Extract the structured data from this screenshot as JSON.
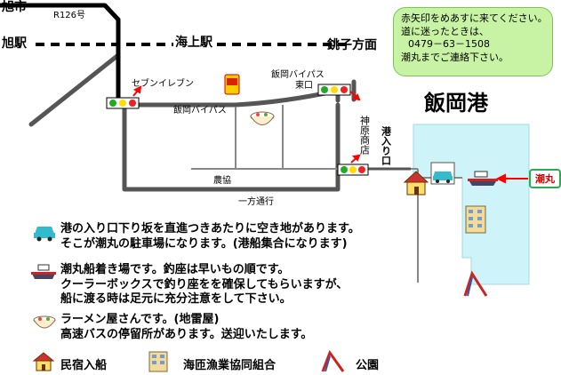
{
  "map": {
    "labels": {
      "asahi_city": "旭市",
      "route": "R126号",
      "asahi_station": "旭駅",
      "unakami_station": "海上駅",
      "choshi": "銚子方面",
      "seven_eleven": "セブンイレブン",
      "gs": "GS",
      "bypass_east_line1": "飯岡バイパス",
      "bypass_east_line2": "東口",
      "bypass": "飯岡バイパス",
      "kanbe_store": "神原商店",
      "port_entrance": "港入り口",
      "nokyo": "農協",
      "one_way": "一方通行",
      "port_title": "飯岡港"
    },
    "colors": {
      "road": "#555555",
      "route_highway": "#000000",
      "railway": "#000000",
      "harbor": "#cef3f8",
      "signal_green": "#22aa22",
      "signal_yellow": "#ffdd00",
      "signal_red": "#ee2222",
      "arrow": "#ff0000"
    }
  },
  "note": {
    "lines": [
      "赤矢印をめあすに来てください。",
      "道に迷ったときは、",
      "0479－63－1508",
      "潮丸までご連絡下さい。"
    ]
  },
  "ushiomaru_tag": "潮丸",
  "legend": {
    "parking": {
      "icon": "car-icon",
      "lines": [
        "港の入り口下り坂を直進つきあたりに空き地があります。",
        "そこが潮丸の駐車場になります。(港船集合になります)"
      ]
    },
    "boat": {
      "icon": "boat-icon",
      "lines": [
        "潮丸船着き場です。釣座は早いもの順です。",
        "クーラーボックスで釣り座をを確保してもらいますが、",
        "船に渡る時は足元に充分注意をして下さい。"
      ]
    },
    "ramen": {
      "icon": "ramen-bowl-icon",
      "lines": [
        "ラーメン屋さんです。(地雷屋)",
        "高速バスの停留所があります。送迎いたします。"
      ]
    }
  },
  "bottom_legend": {
    "minshuku": "民宿入船",
    "fishery": "海匝漁業協同組合",
    "park": "公園"
  }
}
